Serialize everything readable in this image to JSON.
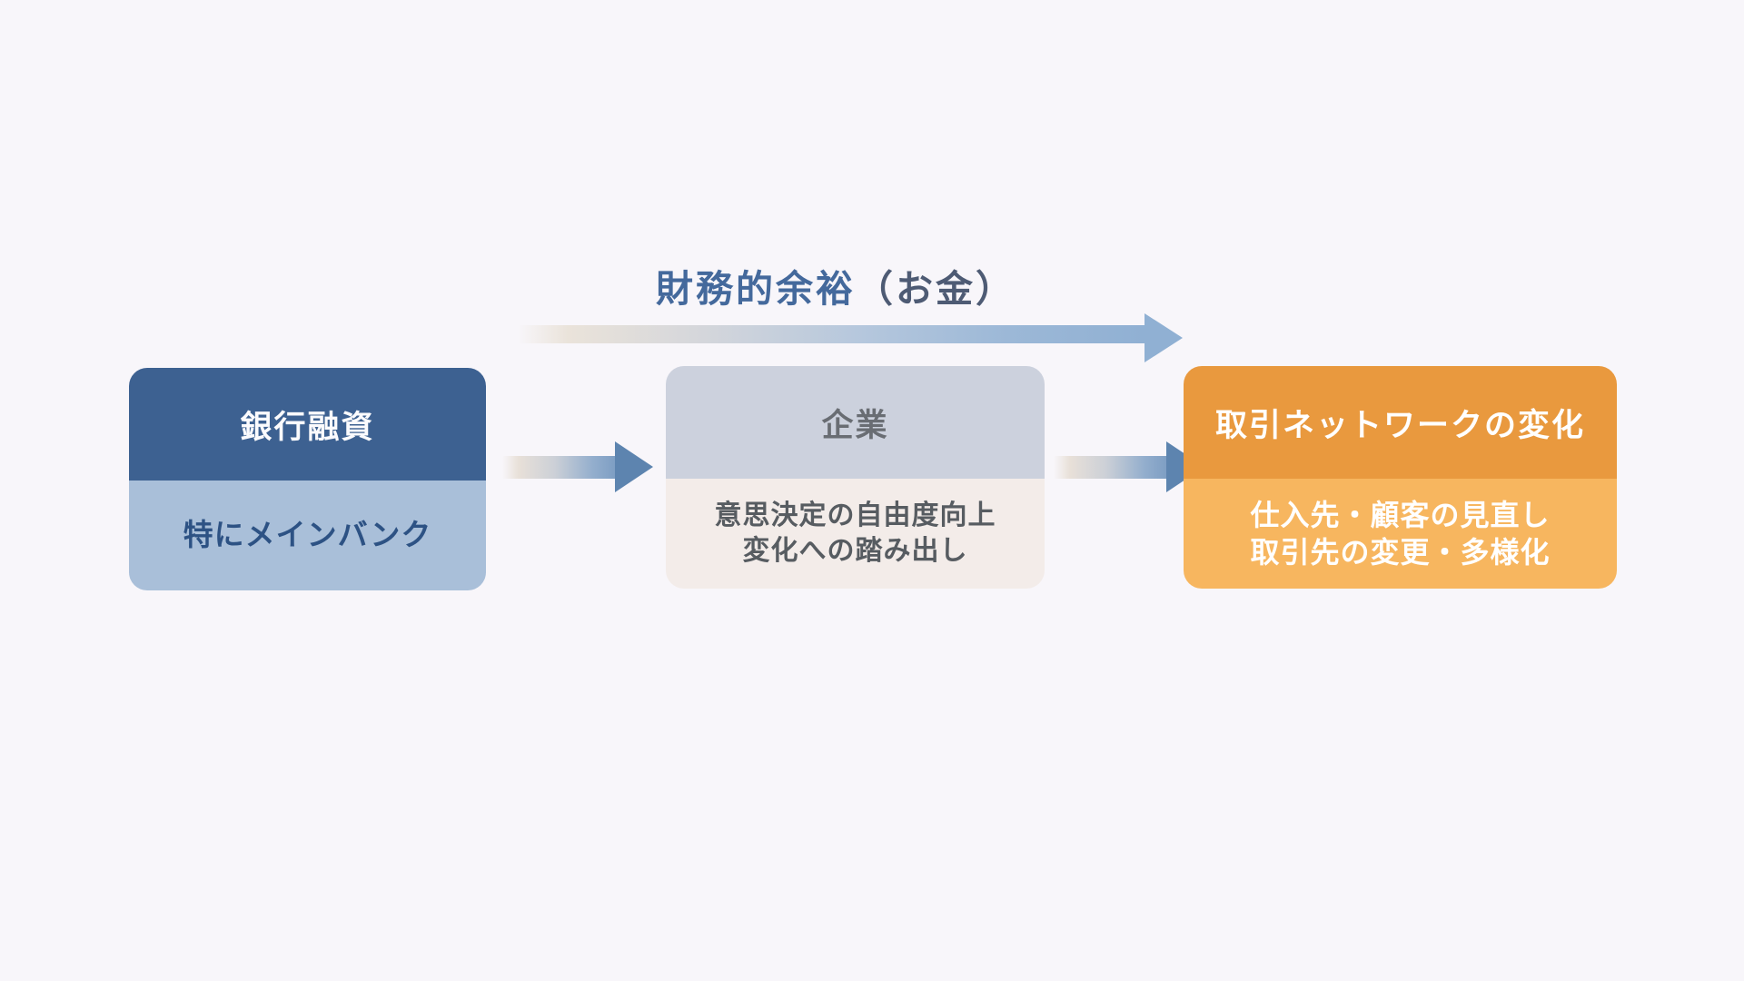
{
  "top_flow": {
    "label_main": "財務的余裕",
    "label_paren": "（お金）",
    "label_main_color": "#44699c",
    "label_paren_color": "#4e5b74",
    "arrow_head_color": "#90b0d3"
  },
  "connector_arrows": {
    "head_color": "#5d84af",
    "tail_color": "#e8e0d8"
  },
  "nodes": [
    {
      "id": "bank-loan",
      "header": "銀行融資",
      "body_lines": [
        "特にメインバンク"
      ],
      "header_bg": "#3d6191",
      "header_text_color": "#fbfbfd",
      "body_bg": "#a9bfd9",
      "body_text_color": "#2d5284"
    },
    {
      "id": "company",
      "header": "企業",
      "body_lines": [
        "意思決定の自由度向上",
        "変化への踏み出し"
      ],
      "header_bg": "#ccd1dd",
      "header_text_color": "#696d73",
      "body_bg": "#f3ece9",
      "body_text_color": "#575c61"
    },
    {
      "id": "transaction-network-change",
      "header": "取引ネットワークの変化",
      "body_lines": [
        "仕入先・顧客の見直し",
        "取引先の変更・多様化"
      ],
      "header_bg": "#e9993e",
      "header_text_color": "#ffffff",
      "body_bg": "#f7b65f",
      "body_text_color": "#ffffff"
    }
  ],
  "background_color": "#f8f6fa"
}
